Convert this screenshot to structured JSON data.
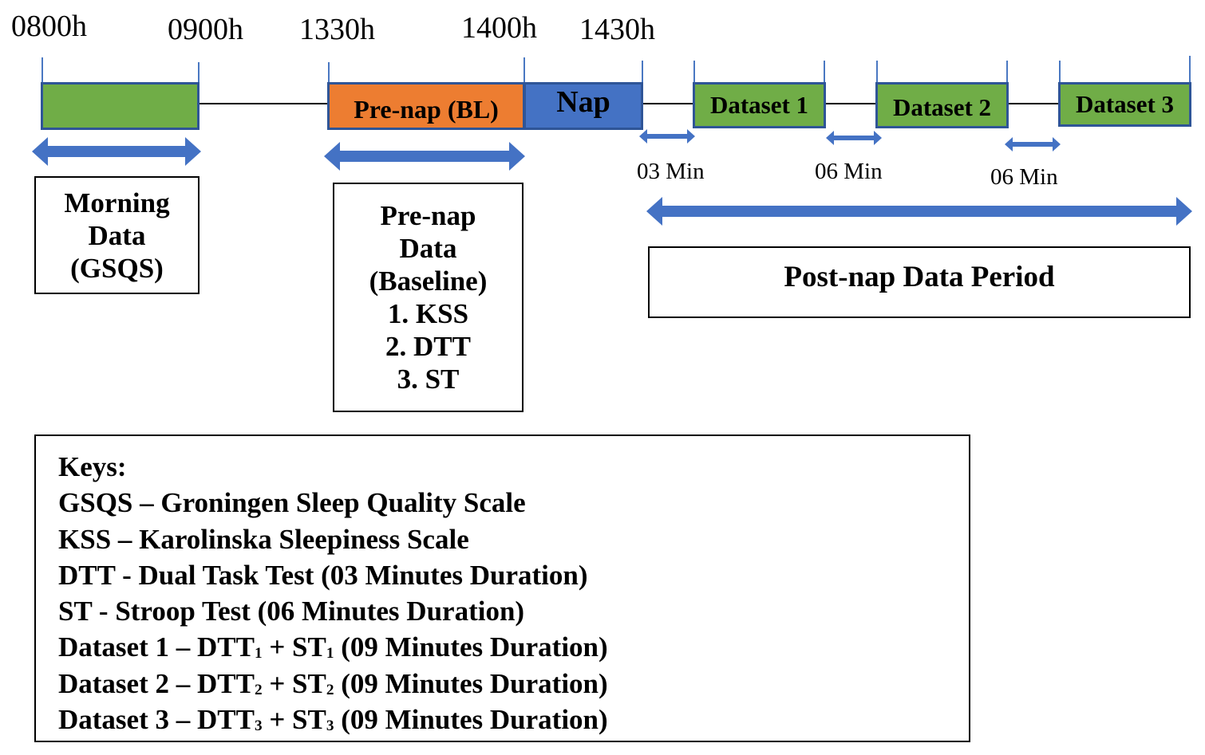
{
  "times": [
    "0800h",
    "0900h",
    "1330h",
    "1400h",
    "1430h"
  ],
  "blocks": {
    "morning": "",
    "prenap": "Pre-nap (BL)",
    "nap": "Nap",
    "dataset1": "Dataset 1",
    "dataset2": "Dataset 2",
    "dataset3": "Dataset 3"
  },
  "colors": {
    "dataset_block": "#70ad47",
    "prenap_block": "#ed7d31",
    "nap_block": "#4472c4",
    "arrow": "#4472c4",
    "block_border": "#2f5597"
  },
  "gaps": [
    "03 Min",
    "06 Min",
    "06 Min"
  ],
  "morning_box": [
    "Morning",
    "Data",
    "(GSQS)"
  ],
  "prenap_box": [
    "Pre-nap",
    "Data",
    "(Baseline)",
    "1. KSS",
    "2. DTT",
    "3. ST"
  ],
  "postnap_box": "Post-nap Data Period",
  "keys": {
    "title": "Keys:",
    "lines": [
      "GSQS – Groningen Sleep Quality Scale",
      "KSS – Karolinska Sleepiness Scale",
      "DTT - Dual Task Test (03 Minutes Duration)",
      "ST - Stroop Test (06 Minutes Duration)"
    ],
    "datasets": [
      {
        "prefix": "Dataset 1 – DTT",
        "sub_a": "1",
        "mid": " + ST",
        "sub_b": "1",
        "suffix": " (09 Minutes Duration)"
      },
      {
        "prefix": "Dataset 2 – DTT",
        "sub_a": "2",
        "mid": " + ST",
        "sub_b": "2",
        "suffix": " (09 Minutes Duration)"
      },
      {
        "prefix": "Dataset 3 – DTT",
        "sub_a": "3",
        "mid": " + ST",
        "sub_b": "3",
        "suffix": " (09 Minutes Duration)"
      }
    ]
  }
}
